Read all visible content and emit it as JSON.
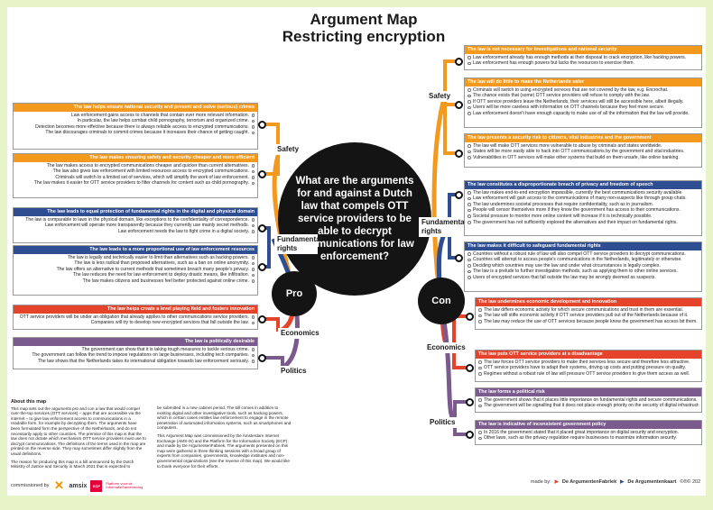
{
  "title_line1": "Argument Map",
  "title_line2": "Restricting encryption",
  "central_question": "What are the arguments for and against a Dutch law that compels OTT service providers to be able to decrypt communications for law enforcement?",
  "pro_label": "Pro",
  "con_label": "Con",
  "colors": {
    "safety": "#f39a1e",
    "rights": "#2f4e91",
    "economics": "#e6432b",
    "politics": "#7b5a8e"
  },
  "pro": {
    "safety_label": "Safety",
    "rights_label": "Fundamental rights",
    "economics_label": "Economics",
    "politics_label": "Politics",
    "boxes": [
      {
        "title": "The law helps ensure national security and present and solve (serious) crimes",
        "items": [
          "Law enforcement gains access to channels that contain ever more relevant information.",
          "In particular, the law helps combat child pornography, terrorism and organized crime.",
          "Detection becomes more effective because there is always reliable access to encrypted communications.",
          "The law discourages criminals to commit crimes because it increases their chance of getting caught."
        ]
      },
      {
        "title": "The law makes ensuring safety and security cheaper and more efficient",
        "items": [
          "The law makes access to encrypted communications cheaper and quicker than current alternatives.",
          "The law also gives law enforcement with limited resources access to encrypted communications.",
          "Criminals will switch to a limited set of services, which will simplify the work of law enforcement.",
          "The law makes it easier for OTT service providers to filter channels for content such as child pornography."
        ]
      },
      {
        "title": "The law leads to equal protection of fundamental rights in the digital and physical domain",
        "items": [
          "The law is comparable to laws in the physical domain, like exceptions to the confidentiality of correspondence.",
          "Law enforcement will operate more transparently because they currently use mainly secret methods.",
          "Law enforcement needs the law to fight crime in a digital society."
        ]
      },
      {
        "title": "The law leads to a more proportional use of law enforcement resources",
        "items": [
          "The law is legally and technically easier to limit than alternatives such as hacking powers.",
          "The law is less radical than proposed alternatives, such as a ban on online anonymity.",
          "The law offers an alternative to current methods that sometimes breach many people's privacy.",
          "The law reduces the need for law enforcement to deploy drastic means, like infiltration.",
          "The law makes citizens and businesses feel better protected against online crime."
        ]
      },
      {
        "title": "The law helps create a level playing field and fosters innovation",
        "items": [
          "OTT service providers will be under an obligation that already applies to other communications service providers.",
          "Companies will try to develop new encrypted services that fall outside the law."
        ]
      },
      {
        "title": "The law is politically desirable",
        "items": [
          "The government can show that it is taking tough measures to tackle serious crime.",
          "The government can follow the trend to impose regulations on large businesses, including tech companies.",
          "The law shows that the Netherlands takes its international obligation towards law enforcement seriously."
        ]
      }
    ]
  },
  "con": {
    "safety_label": "Safety",
    "rights_label": "Fundamental rights",
    "economics_label": "Economics",
    "politics_label": "Politics",
    "boxes": [
      {
        "title": "The law is not necessary for investigations and national security",
        "items": [
          "Law enforcement already has enough methods at their disposal to crack encryption, like hacking powers.",
          "Law enforcement has enough powers but lacks the resources to exercise them."
        ]
      },
      {
        "title": "The law will do little to make the Netherlands safer",
        "items": [
          "Criminals will switch to using encrypted services that are not covered by the law, e.g. Encrochat.",
          "The chance exists that (some) OTT service providers will refuse to comply with the law.",
          "If OTT service providers leave the Netherlands, their services will still be accessible here, albeit illegally.",
          "Users will be more careless with information on OTT channels because they feel more secure.",
          "Law enforcement doesn't have enough capacity to make use of all the information that the law will provide."
        ]
      },
      {
        "title": "The law presents a security risk to citizens, vital industries and the government",
        "items": [
          "The law will make OTT services more vulnerable to abuse by criminals and states worldwide.",
          "States will be more easily able to hack into OTT communications by the government and vital industries.",
          "Vulnerabilities in OTT services will make other systems that build on them unsafe, like online banking."
        ]
      },
      {
        "title": "The law constitutes a disproportionate breach of privacy and freedom of speech",
        "items": [
          "The law makes end-to-end encryption impossible, currently the best communications security available.",
          "Law enforcement will gain access to the communications of many non-suspects like through group chats.",
          "The law undermines societal processes that require confidentiality, such as in journalism.",
          "People will censor themselves more if they know the government has access to their communications.",
          "Societal pressure to monitor more online content will increase if it is technically possible.",
          "The government has not sufficiently explored the alternatives and their impact on fundamental rights."
        ]
      },
      {
        "title": "The law makes it difficult to safeguard fundamental rights",
        "items": [
          "Countries without a robust rule of law will also compel OTT service providers to decrypt communications.",
          "Countries will attempt to access people's communications in the Netherlands, legitimately or otherwise.",
          "Deciding which countries may use the law and under what circumstances is legally complex.",
          "The law is a prelude to further investigation methods, such as applying them to other online services.",
          "Users of encrypted services that fall outside the law may be wrongly deemed as suspects."
        ]
      },
      {
        "title": "The law undermines economic development and innovation",
        "items": [
          "The law differs economic activity for which secure communications and trust in them are essential.",
          "The law will stifle economic activity if OTT service providers pull out of the Netherlands because of it.",
          "The law may reduce the use of OTT services because people know the government has access bit them."
        ]
      },
      {
        "title": "The law puts OTT service providers at a disadvantage",
        "items": [
          "The law forces OTT service providers to make their services less secure and therefore less attractive.",
          "OTT service providers have to adapt their systems, driving up costs and putting pressure on quality.",
          "Regimes without a robust rule of law will pressure OTT service providers to give them access as well."
        ]
      },
      {
        "title": "The law forms a political risk",
        "items": [
          "The government shows that it places little importance on fundamental rights and secure communications.",
          "The government will be signalling that it does not place enough priority on the security of digital infrastructure."
        ]
      },
      {
        "title": "The law is indicative of inconsistent government policy",
        "items": [
          "In 2016 the government stated that it placed great importance on digital security and encryption.",
          "Other laws, such as the privacy regulation require businesses to maximize information security."
        ]
      }
    ]
  },
  "about": {
    "heading": "About this map",
    "col1": "This map sets out the arguments pro and con a law that would compel over-the-top services (OTT services) – apps that are accessible via the internet – to give law enforcement access to communications in a readable form, for example by decrypting them. The arguments have been formulated form the perspective of the Netherlands, and do not necessarily apply to other countries. The premise of this map is that the law does not dictate which mechanism OTT service providers must use to decrypt communications. The definitions of the terms used in the map are printed on the reverse side. They may sometimes differ slightly from the usual definitions.",
    "col1b": "The reason for producing this map is a bill announced by the Dutch Ministry of Justice and Security in March 2021 that is expected to",
    "col2": "be submitted in a new cabinet period. The bill comes in addition to existing digital and other investigative tools, such as hacking powers, which in certain cases entitles law enforcement to engage in the remote penetration of automated information systems, such as smartphones and computers.",
    "col2b": "This Argument Map was commissioned by the Amsterdam Internet Exchange (AMS-IX) and the Platform for the Information Society (ECP) and made by De ArgumentenFabriek. The arguments presented on this map were gathered in three thinking sessions with a broad group of experts from companies, governments, knowledge institutes and non-governmental organizations (see the reverse of this map). We would like to thank everyone for their efforts."
  },
  "footer": {
    "commissioned_by": "commissioned by",
    "amsix": "amsix",
    "ecp": "ECP",
    "ecp_sub": "Platform voor de InformatieSamenleving",
    "made_by": "made by:",
    "fabriek": "De ArgumentenFabriek",
    "kaart": "De Argumentenkaart",
    "year": "©®© 202"
  }
}
